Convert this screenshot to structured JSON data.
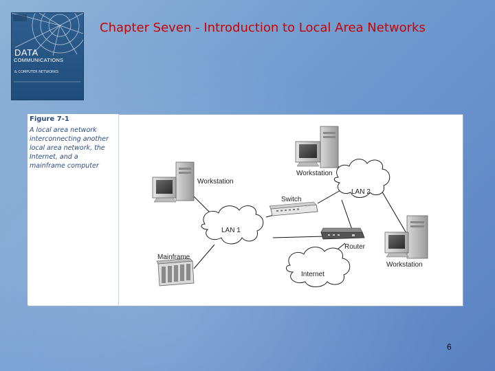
{
  "title": "Chapter Seven - Introduction to Local Area Networks",
  "book": {
    "title_line1": "DATA",
    "title_line2": "COMMUNICATIONS",
    "title_line3": "& COMPUTER NETWORKS"
  },
  "figure": {
    "number": "Figure 7-1",
    "caption": "A local area network interconnecting another local area network, the Internet, and a mainframe computer",
    "nodes": {
      "workstation_left": "Workstation",
      "workstation_top": "Workstation",
      "workstation_right": "Workstation",
      "switch": "Switch",
      "router": "Router",
      "mainframe": "Mainframe",
      "lan1": "LAN 1",
      "lan2": "LAN 2",
      "internet": "Internet"
    }
  },
  "page_number": "6"
}
